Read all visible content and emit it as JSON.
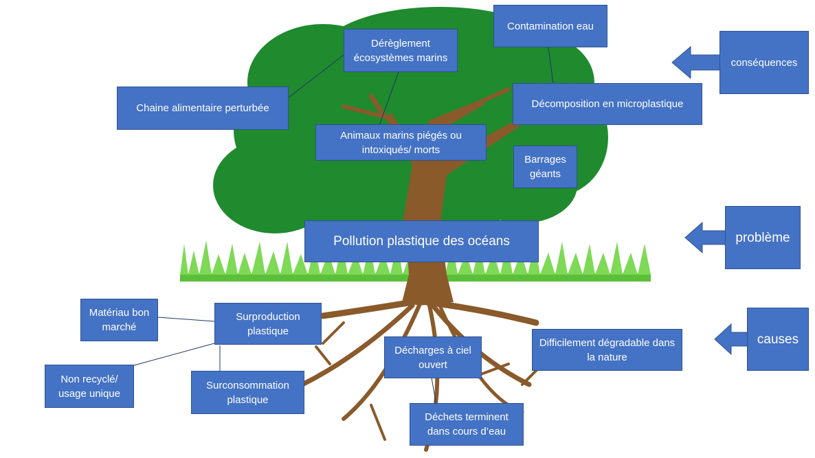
{
  "diagram": {
    "boxes": {
      "dereglement": "Dérèglement écosystèmes marins",
      "contamination": "Contamination eau",
      "chaine": "Chaine alimentaire perturbée",
      "decomposition": "Décomposition en microplastique",
      "animaux": "Animaux marins piégés ou intoxiqués/ morts",
      "barrages": "Barrages géants",
      "pollution": "Pollution plastique des océans",
      "materiau": "Matériau bon marché",
      "surproduction": "Surproduction plastique",
      "non_recycle": "Non recyclé/ usage unique",
      "surconsommation": "Surconsommation plastique",
      "decharges": "Décharges à ciel ouvert",
      "difficilement": "Difficilement dégradable dans la nature",
      "dechets": "Déchets terminent dans cours d’eau"
    },
    "legend": {
      "consequences": "conséquences",
      "probleme": "problème",
      "causes": "causes"
    },
    "colors": {
      "box_fill": "#4472c4",
      "box_border": "#2f528f",
      "foliage": "#1f8a2e",
      "trunk": "#8a5a2b",
      "grass": "#5bbf3a"
    }
  }
}
